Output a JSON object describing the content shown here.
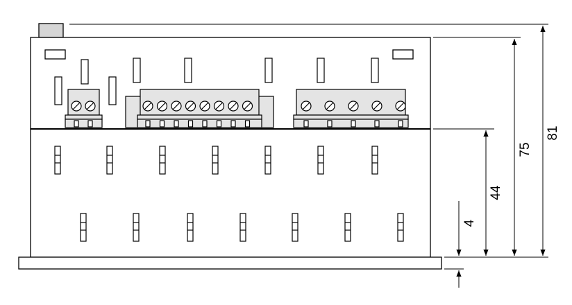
{
  "dimensions": {
    "overall_height": "81",
    "housing_height": "75",
    "lower_section_height": "44",
    "base_plate_thickness": "4"
  },
  "colors": {
    "line": "#000000",
    "terminal_fill": "#e4e4e4",
    "background": "#ffffff"
  }
}
